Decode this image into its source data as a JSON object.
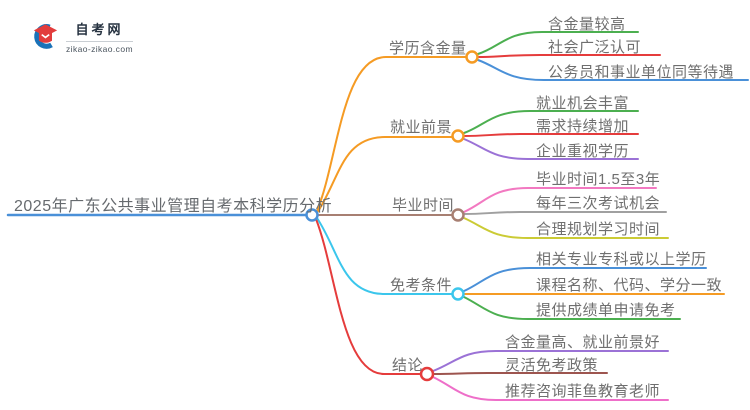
{
  "logo": {
    "site_name": "自考网",
    "site_url": "zikao-zikao.com",
    "icon_blue": "#1a72b8",
    "icon_red": "#e23c3c",
    "icon_white": "#ffffff"
  },
  "mindmap": {
    "root": {
      "label": "2025年广东公共事业管理自考本科学历分析",
      "color": "#4a90d8"
    },
    "branches": [
      {
        "label": "学历含金量",
        "color": "#f59b24",
        "children": [
          {
            "label": "含金量较高",
            "color": "#4caf50"
          },
          {
            "label": "社会广泛认可",
            "color": "#e53c3c"
          },
          {
            "label": "公务员和事业单位同等待遇",
            "color": "#4a90d8"
          }
        ]
      },
      {
        "label": "就业前景",
        "color": "#f59b24",
        "children": [
          {
            "label": "就业机会丰富",
            "color": "#4caf50"
          },
          {
            "label": "需求持续增加",
            "color": "#e53c3c"
          },
          {
            "label": "企业重视学历",
            "color": "#9b72d6"
          }
        ]
      },
      {
        "label": "毕业时间",
        "color": "#a77f72",
        "children": [
          {
            "label": "毕业时间1.5至3年",
            "color": "#f279c1"
          },
          {
            "label": "每年三次考试机会",
            "color": "#a0a0a0"
          },
          {
            "label": "合理规划学习时间",
            "color": "#cbcb35"
          }
        ]
      },
      {
        "label": "免考条件",
        "color": "#3bc6ec",
        "children": [
          {
            "label": "相关专业专科或以上学历",
            "color": "#4a90d8"
          },
          {
            "label": "课程名称、代码、学分一致",
            "color": "#f59b24"
          },
          {
            "label": "提供成绩单申请免考",
            "color": "#4caf50"
          }
        ]
      },
      {
        "label": "结论",
        "color": "#e53c3c",
        "children": [
          {
            "label": "含金量高、就业前景好",
            "color": "#9b72d6"
          },
          {
            "label": "灵活免考政策",
            "color": "#9d554f"
          },
          {
            "label": "推荐咨询菲鱼教育老师",
            "color": "#ee6fc9"
          }
        ]
      }
    ]
  }
}
